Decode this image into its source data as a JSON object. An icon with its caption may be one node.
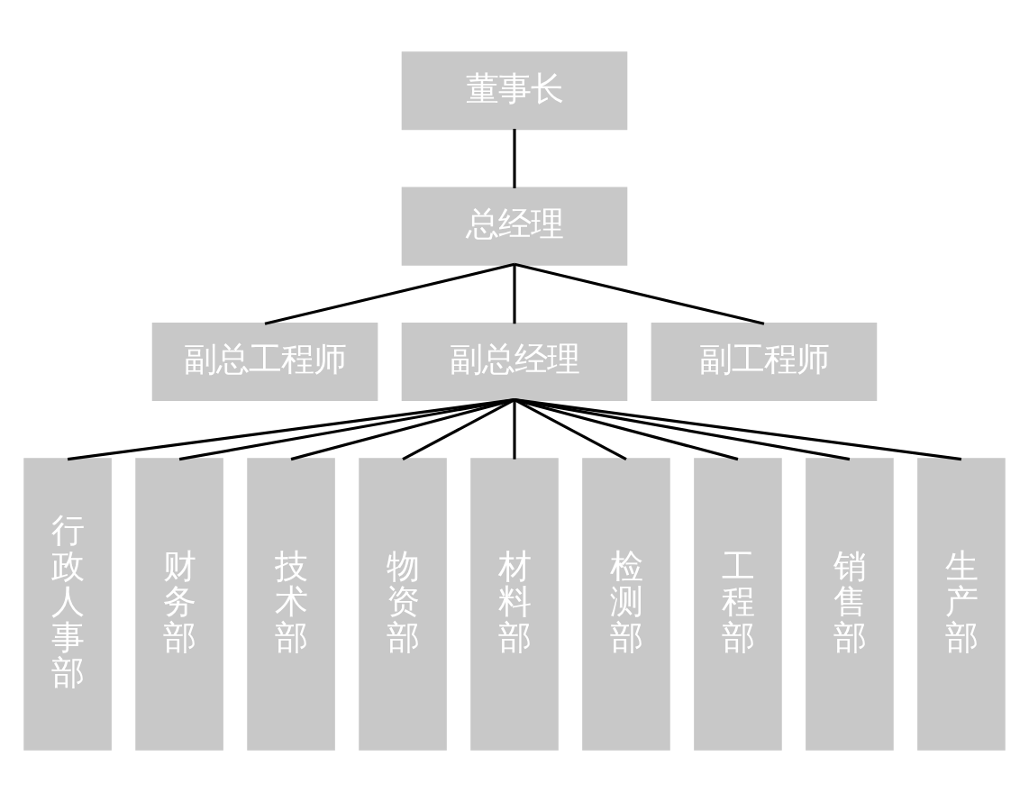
{
  "diagram": {
    "nodes": [
      {
        "text": [
          "董事长"
        ]
      },
      {
        "text": [
          "总经理"
        ]
      },
      {
        "text": [
          "副总工程师"
        ]
      },
      {
        "text": [
          "副总经理"
        ]
      },
      {
        "text": [
          "副工程师"
        ]
      },
      {
        "text": [
          "行政人事部"
        ]
      },
      {
        "text": [
          "财务部"
        ]
      },
      {
        "text": [
          "技术部"
        ]
      },
      {
        "text": [
          "物资部"
        ]
      },
      {
        "text": [
          "材料部"
        ]
      },
      {
        "text": [
          "检测部"
        ]
      },
      {
        "text": [
          "工程部"
        ]
      },
      {
        "text": [
          "销售部"
        ]
      },
      {
        "text": [
          "生产部"
        ]
      }
    ],
    "edges": [
      {
        "from": 0,
        "to": 1,
        "arrow": "none"
      },
      {
        "from": 1,
        "to": 2,
        "arrow": "none"
      },
      {
        "from": 1,
        "to": 3,
        "arrow": "none"
      },
      {
        "from": 1,
        "to": 4,
        "arrow": "none"
      },
      {
        "from": 3,
        "to": 5,
        "arrow": "none"
      },
      {
        "from": 3,
        "to": 6,
        "arrow": "none"
      },
      {
        "from": 3,
        "to": 7,
        "arrow": "none"
      },
      {
        "from": 3,
        "to": 8,
        "arrow": "none"
      },
      {
        "from": 3,
        "to": 9,
        "arrow": "none"
      },
      {
        "from": 3,
        "to": 10,
        "arrow": "none"
      },
      {
        "from": 3,
        "to": 11,
        "arrow": "none"
      },
      {
        "from": 3,
        "to": 12,
        "arrow": "none"
      },
      {
        "from": 3,
        "to": 13,
        "arrow": "none"
      }
    ]
  }
}
